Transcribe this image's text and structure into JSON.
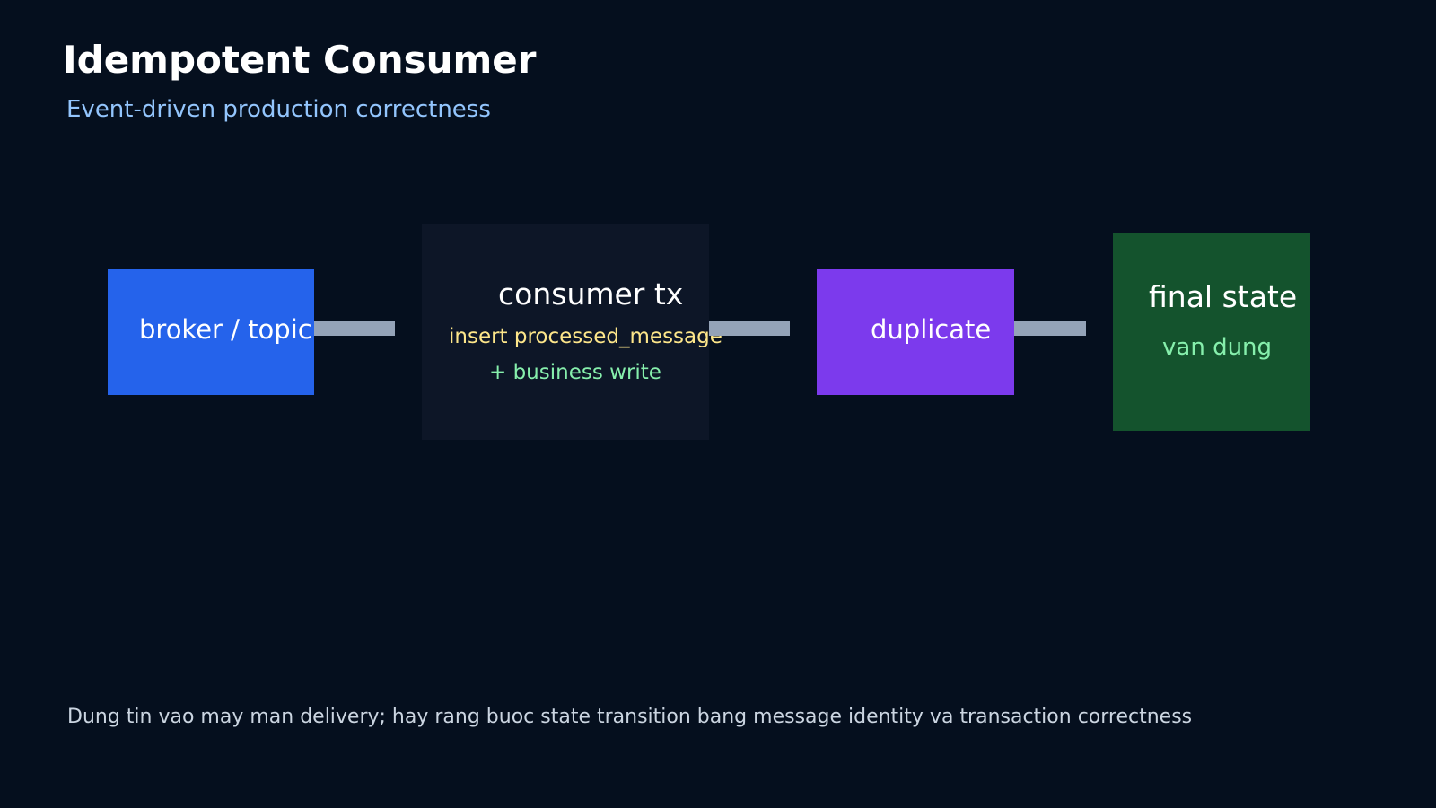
{
  "header": {
    "title": "Idempotent Consumer",
    "subtitle": "Event-driven production correctness"
  },
  "nodes": {
    "broker": {
      "label": "broker / topic",
      "color": "#2563eb"
    },
    "consumer_tx": {
      "label": "consumer tx",
      "line1": "insert processed_message",
      "line2": "+ business write",
      "color": "#0d1627"
    },
    "duplicate": {
      "label": "duplicate",
      "color": "#7c3aed"
    },
    "final_state": {
      "label": "final state",
      "sublabel": "van dung",
      "color": "#14532d"
    }
  },
  "connector_color": "#94a3b8",
  "footer": {
    "note": "Dung tin vao may man delivery; hay rang buoc state transition bang message identity va transaction correctness"
  }
}
